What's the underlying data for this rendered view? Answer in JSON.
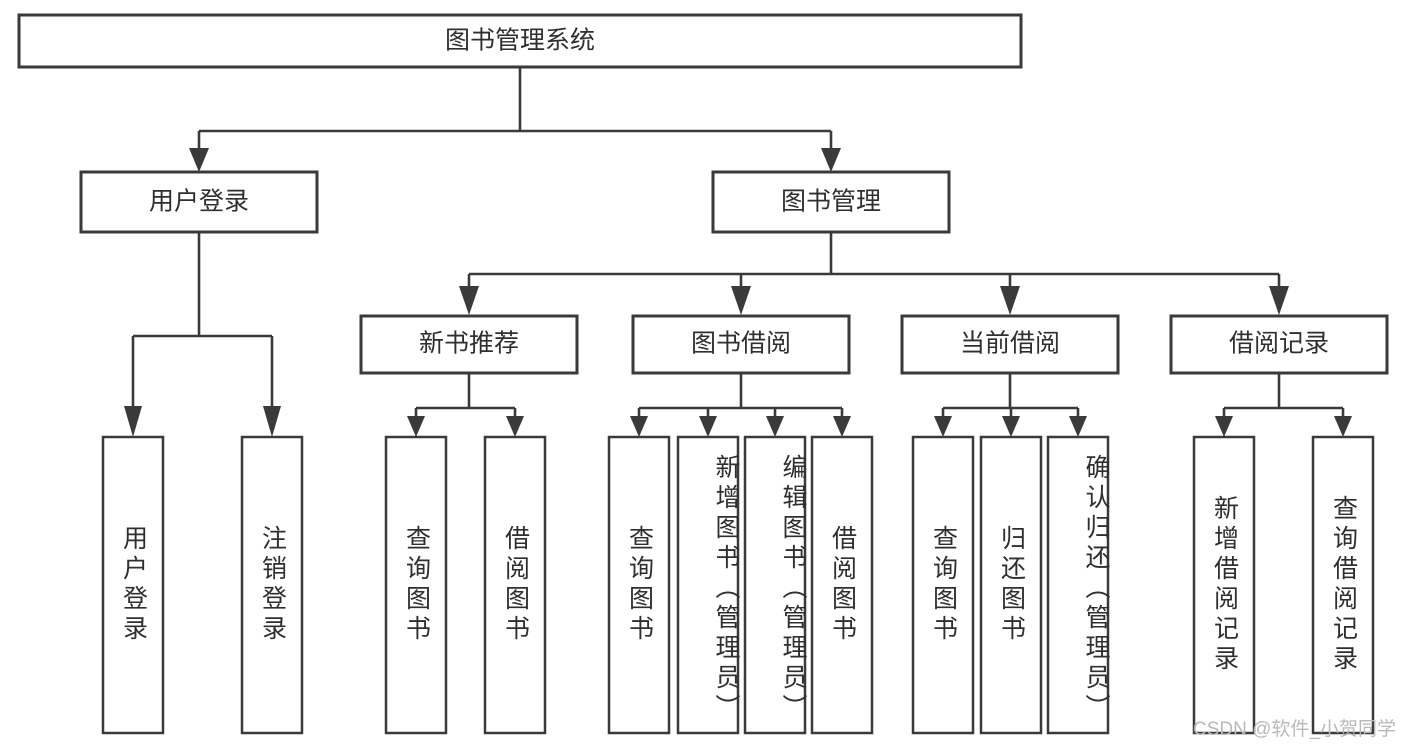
{
  "diagram": {
    "type": "tree-hierarchy-chart",
    "title": "图书管理系统",
    "orientation": "top-down",
    "levels": 4,
    "colors": {
      "box_stroke": "#3a3a3a",
      "box_fill": "#ffffff",
      "connector": "#3a3a3a",
      "text": "#2f2f2f",
      "background": "#ffffff",
      "watermark": "#b9b9b9"
    },
    "root": {
      "label": "图书管理系统"
    },
    "level2": [
      {
        "label": "用户登录"
      },
      {
        "label": "图书管理"
      }
    ],
    "level3": [
      {
        "label": "新书推荐"
      },
      {
        "label": "图书借阅"
      },
      {
        "label": "当前借阅"
      },
      {
        "label": "借阅记录"
      }
    ],
    "leaves": {
      "user_login": [
        {
          "label": "用户登录"
        },
        {
          "label": "注销登录"
        }
      ],
      "new_book_recommend": [
        {
          "label": "查询图书"
        },
        {
          "label": "借阅图书"
        }
      ],
      "book_borrow": [
        {
          "label": "查询图书"
        },
        {
          "label": "新增图书（管理员）"
        },
        {
          "label": "编辑图书（管理员）"
        },
        {
          "label": "借阅图书"
        }
      ],
      "current_borrow": [
        {
          "label": "查询图书"
        },
        {
          "label": "归还图书"
        },
        {
          "label": "确认归还（管理员）"
        }
      ],
      "borrow_record": [
        {
          "label": "新增借阅记录"
        },
        {
          "label": "查询借阅记录"
        }
      ]
    }
  },
  "watermark": {
    "text": "CSDN @软件_小贺同学"
  }
}
